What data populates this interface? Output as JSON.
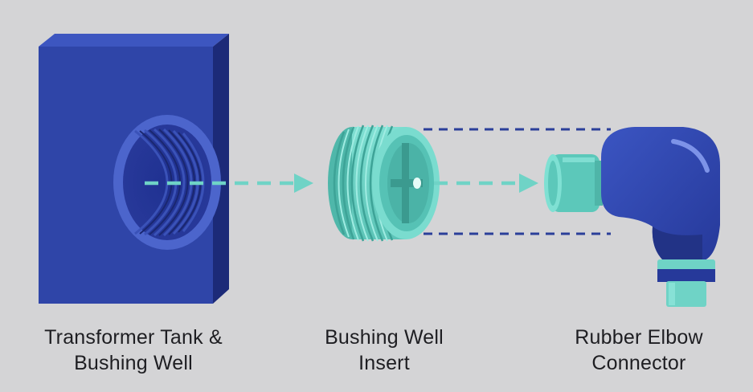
{
  "components": [
    {
      "id": "tank",
      "label_line1": "Transformer Tank &",
      "label_line2": "Bushing Well"
    },
    {
      "id": "insert",
      "label_line1": "Bushing Well",
      "label_line2": "Insert"
    },
    {
      "id": "elbow",
      "label_line1": "Rubber Elbow",
      "label_line2": "Connector"
    }
  ],
  "colors": {
    "background": "#d4d4d6",
    "tank_blue": "#2f45a8",
    "tank_dark": "#1f2f82",
    "teal": "#6fd3c6",
    "teal_dark": "#3fa89c",
    "dash_blue": "#2b3f9a",
    "dash_teal": "#6fd3c6",
    "label_text": "#1e1e22"
  },
  "icons": [
    "transformer-tank-icon",
    "bushing-well-insert-icon",
    "rubber-elbow-connector-icon",
    "arrow-right-icon"
  ]
}
